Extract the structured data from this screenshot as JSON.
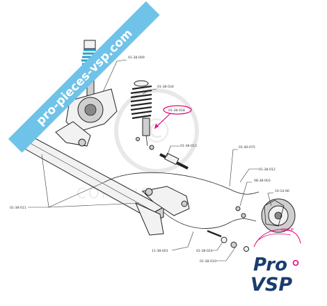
{
  "banner": {
    "text": "pro-pieces-vsp.com",
    "color": "#6fc3e8"
  },
  "watermark": {
    "text": "COPYRIGHT"
  },
  "logo": {
    "line1": "Pro",
    "line2": "VSP",
    "tag": "GROUP",
    "colors": {
      "text": "#1a3d6e",
      "accent": "#e4007c"
    }
  },
  "highlight_color": "#e4007c",
  "callouts": {
    "c1": "01-38-009",
    "c2": "01-38-034",
    "c3": "01-38-018",
    "c4": "01-38-013",
    "c5": "01-40-075",
    "c6": "01-38-012",
    "c7": "01-38-011",
    "c8": "08-38-003",
    "c9": "10-14-06",
    "c10": "11-38-001",
    "c11": "01-38-024",
    "c12": "01-38-010"
  }
}
